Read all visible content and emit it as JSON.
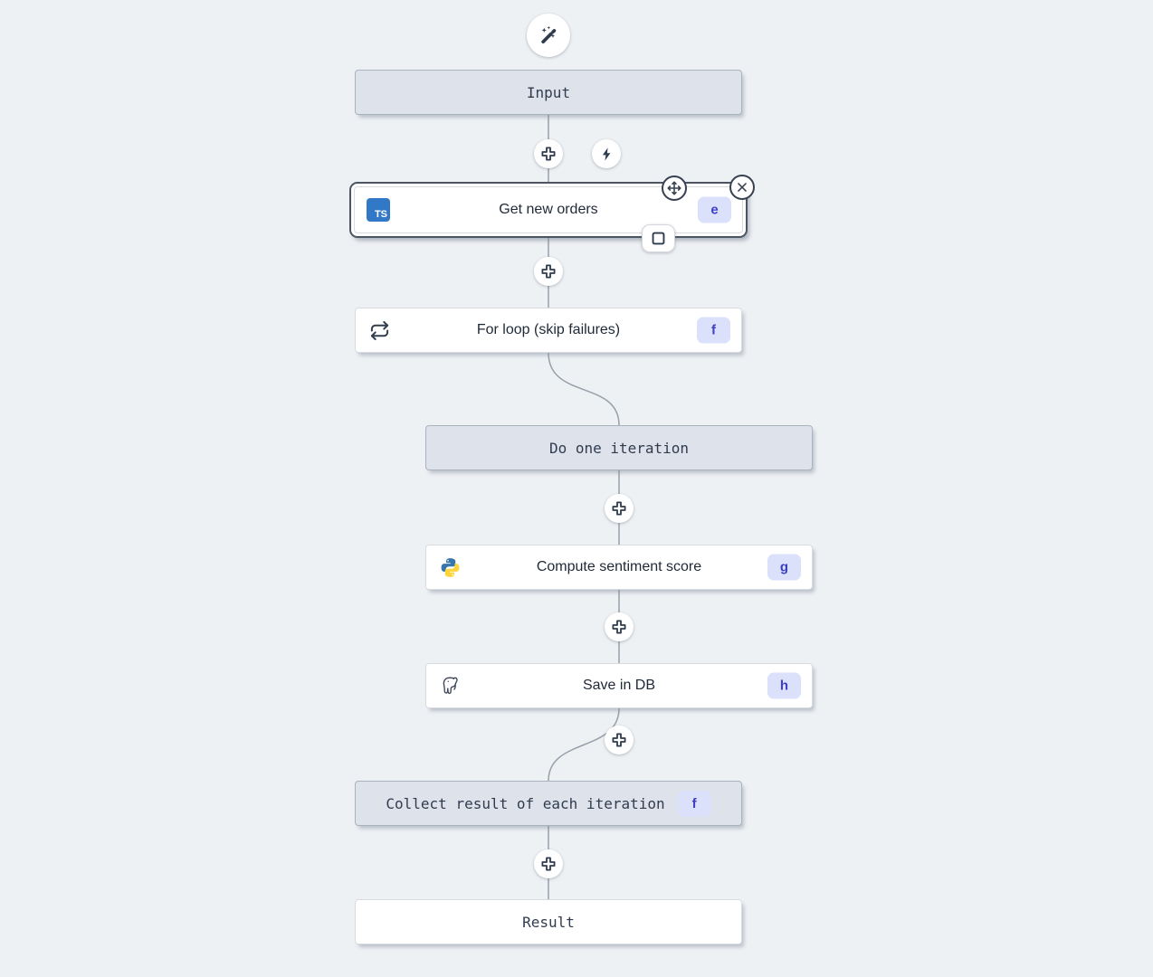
{
  "app": {
    "type": "workflow-editor-canvas"
  },
  "colors": {
    "canvas_bg": "#eef1f4",
    "virtual_node_bg": "#dee3eb",
    "white_node_bg": "#ffffff",
    "selected_ring": "#4b5563",
    "badge_bg": "#dbe0fb",
    "badge_text": "#3d3fc4",
    "typescript_blue": "#3178c6",
    "edge_line": "#98a0ab",
    "icon_dark": "#2e3a4d"
  },
  "toolbar": {
    "ai_wand_icon": "wand-sparkles-icon",
    "trigger_icon": "lightning-bolt-icon",
    "insert_icon": "plus-icon"
  },
  "selected_node_tools": {
    "move_icon": "move-crosshair-icon",
    "delete_icon": "close-x-icon",
    "expand_icon": "square-outline-icon"
  },
  "icons": {
    "ts_label": "TS",
    "python": "python-logo",
    "postgresql": "postgres-elephant",
    "forloop": "repeat-arrows"
  },
  "nodes": [
    {
      "id": "input",
      "label": "Input",
      "kind": "virtual"
    },
    {
      "id": "get-new-orders",
      "label": "Get new orders",
      "badge": "e",
      "lang": "typescript",
      "selected": true
    },
    {
      "id": "for-loop",
      "label": "For loop (skip failures)",
      "badge": "f",
      "lang": "forloop"
    },
    {
      "id": "do-one-iteration",
      "label": "Do one iteration",
      "kind": "virtual"
    },
    {
      "id": "compute-sentiment-score",
      "label": "Compute sentiment score",
      "badge": "g",
      "lang": "python"
    },
    {
      "id": "save-in-db",
      "label": "Save in DB",
      "badge": "h",
      "lang": "postgresql"
    },
    {
      "id": "collect-result",
      "label": "Collect result of each iteration",
      "badge": "f",
      "kind": "virtual"
    },
    {
      "id": "result",
      "label": "Result",
      "kind": "virtual-white"
    }
  ]
}
